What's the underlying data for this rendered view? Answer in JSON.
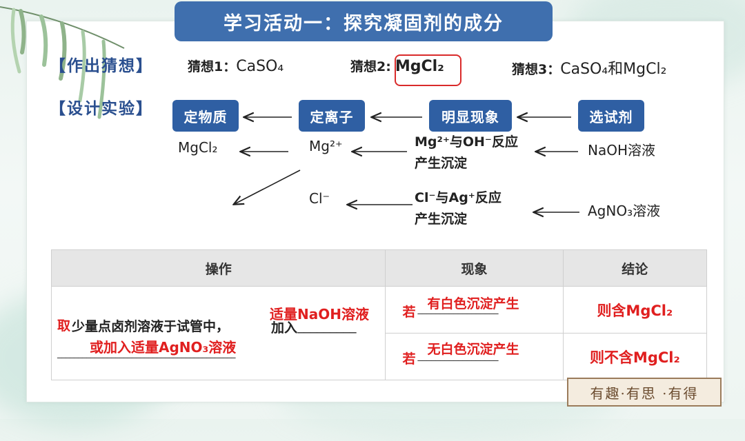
{
  "title": "学习活动一：探究凝固剂的成分",
  "hypothesis_section": {
    "label": "【作出猜想】",
    "h1_label": "猜想1：",
    "h1_value": "CaSO₄",
    "h2_label": "猜想2:",
    "h2_value": "MgCl₂",
    "h3_label": "猜想3：",
    "h3_value": "CaSO₄和MgCl₂"
  },
  "design_section": {
    "label": "【设计实验】",
    "flow_boxes": [
      "定物质",
      "定离子",
      "明显现象",
      "选试剂"
    ],
    "row1": {
      "substance": "MgCl₂",
      "ion": "Mg²⁺",
      "phenomenon_line1": "Mg²⁺与OH⁻反应",
      "phenomenon_line2": "产生沉淀",
      "reagent": "NaOH溶液"
    },
    "row2": {
      "ion": "Cl⁻",
      "phenomenon_line1": "Cl⁻与Ag⁺反应",
      "phenomenon_line2": "产生沉淀",
      "reagent": "AgNO₃溶液"
    }
  },
  "table": {
    "headers": [
      "操作",
      "现象",
      "结论"
    ],
    "operation": {
      "first_char": "取",
      "text": "少量点卤剂溶液于试管中，",
      "add_prefix": "加入",
      "blank1": "_________",
      "answer1": "适量NaOH溶液",
      "answer2": "或加入适量AgNO₃溶液",
      "blank2": "___________________________________________"
    },
    "row1": {
      "prefix": "若",
      "blank": "__________________",
      "answer": "有白色沉淀产生",
      "conclusion": "则含MgCl₂"
    },
    "row2": {
      "prefix": "若",
      "blank": "__________________",
      "answer": "无白色沉淀产生",
      "conclusion": "则不含MgCl₂"
    }
  },
  "stamp": "有趣·有思 ·有得",
  "colors": {
    "accent": "#2f5fa3",
    "answer_red": "#e01f1f",
    "title_bg": "#3f6fae"
  }
}
